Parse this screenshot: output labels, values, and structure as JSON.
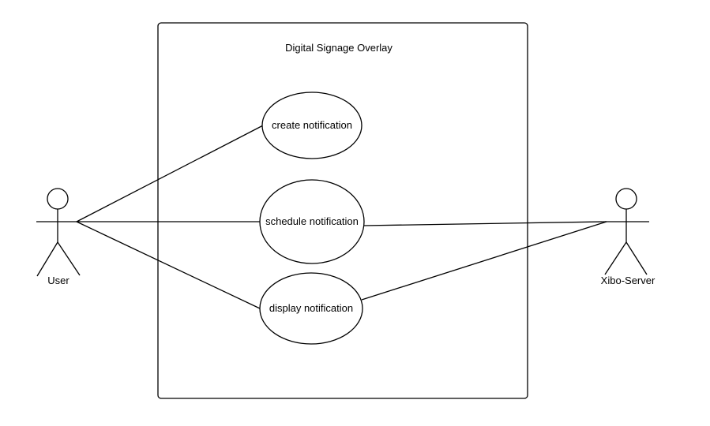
{
  "diagram": {
    "system_boundary": {
      "title": "Digital Signage Overlay"
    },
    "actors": [
      {
        "id": "user",
        "label": "User"
      },
      {
        "id": "xibo",
        "label": "Xibo-Server"
      }
    ],
    "use_cases": [
      {
        "id": "create",
        "label": "create notification"
      },
      {
        "id": "schedule",
        "label": "schedule notification"
      },
      {
        "id": "display",
        "label": "display notification"
      }
    ],
    "associations": [
      {
        "from": "user",
        "to": "create"
      },
      {
        "from": "user",
        "to": "schedule"
      },
      {
        "from": "user",
        "to": "display"
      },
      {
        "from": "xibo",
        "to": "schedule"
      },
      {
        "from": "xibo",
        "to": "display"
      }
    ],
    "colors": {
      "stroke": "#000000",
      "fill": "#ffffff",
      "text": "#000000"
    }
  }
}
